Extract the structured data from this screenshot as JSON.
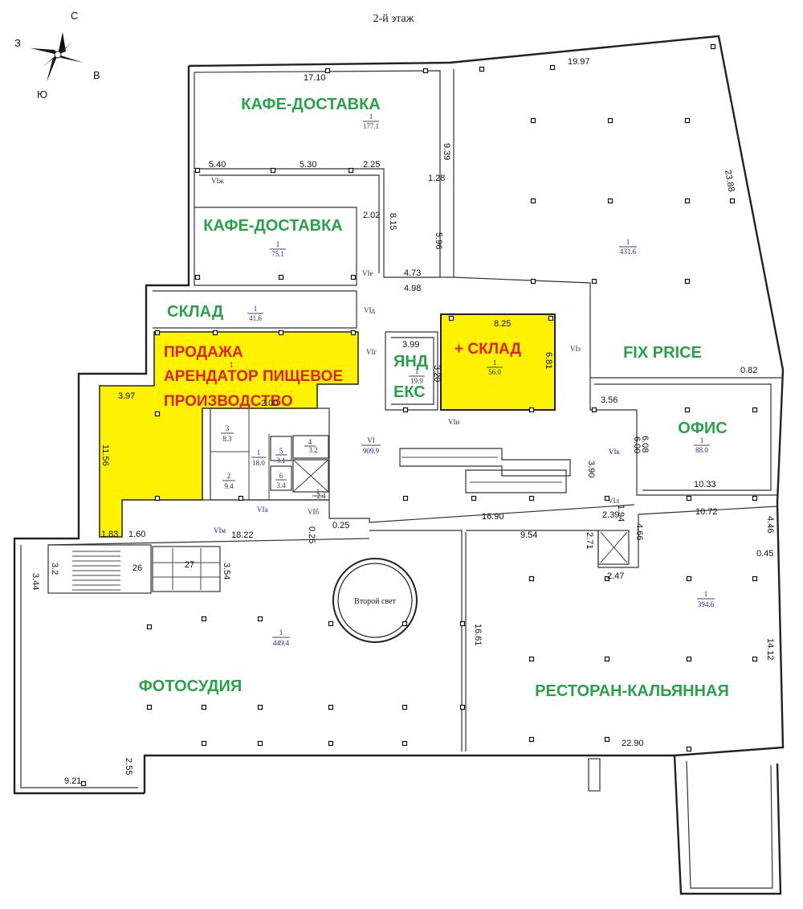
{
  "floor_title": "2-й этаж",
  "compass": {
    "n": "С",
    "w": "З",
    "e": "В",
    "s": "Ю"
  },
  "tenants": [
    {
      "id": "cafe1",
      "label": "КАФЕ-ДОСТАВКА"
    },
    {
      "id": "cafe2",
      "label": "КАФЕ-ДОСТАВКА"
    },
    {
      "id": "sklad",
      "label": "СКЛАД"
    },
    {
      "id": "prod1",
      "label": "ПРОДАЖА"
    },
    {
      "id": "prod2",
      "label": "АРЕНДАТОР ПИЩЕВОЕ"
    },
    {
      "id": "prod3",
      "label": "ПРОИЗВОДСТВО"
    },
    {
      "id": "yand1",
      "label": "ЯНД"
    },
    {
      "id": "yand2",
      "label": "ЕКС"
    },
    {
      "id": "plus_sklad",
      "label": "+ СКЛАД"
    },
    {
      "id": "fixprice",
      "label": "FIX PRICE"
    },
    {
      "id": "office",
      "label": "ОФИС"
    },
    {
      "id": "photo",
      "label": "ФОТОСУДИЯ"
    },
    {
      "id": "restaurant",
      "label": "РЕСТОРАН-КАЛЬЯННАЯ"
    }
  ],
  "second_light": "Второй свет",
  "rooms": [
    {
      "n": "1",
      "a": "177.1"
    },
    {
      "n": "1",
      "a": "75.1"
    },
    {
      "n": "1",
      "a": "41.6"
    },
    {
      "n": "1",
      "a": "431.6"
    },
    {
      "n": "1",
      "a": "56.0"
    },
    {
      "n": "1",
      "a": "19.9"
    },
    {
      "n": "1",
      "a": "88.0"
    },
    {
      "n": "VI",
      "a": "909.9"
    },
    {
      "n": "3",
      "a": "8.3"
    },
    {
      "n": "2",
      "a": "9.4"
    },
    {
      "n": "1",
      "a": "18.0"
    },
    {
      "n": "5",
      "a": "3.1"
    },
    {
      "n": "6",
      "a": "3.4"
    },
    {
      "n": "4",
      "a": "3.2"
    },
    {
      "n": "1",
      "a": "2.4"
    },
    {
      "n": "1",
      "a": "449.4"
    },
    {
      "n": "1",
      "a": "394.6"
    },
    {
      "n": "1",
      "a": ""
    }
  ],
  "room_numbers": [
    "26",
    "27"
  ],
  "dimensions": [
    "17.10",
    "19.97",
    "9.39",
    "1.28",
    "5.96",
    "23.88",
    "5.40",
    "5.30",
    "2.25",
    "2.02",
    "8.15",
    "4.73",
    "4.98",
    "8.25",
    "3.99",
    "6.81",
    "0.82",
    "3.56",
    "6.08",
    "6.00",
    "3.90",
    "10.33",
    "10.72",
    "4.46",
    "0.45",
    "1.94",
    "2.39",
    "4.66",
    "2.71",
    "2.47",
    "16.90",
    "9.54",
    "18.22",
    "0.25",
    "0.25",
    "3.97",
    "11.56",
    "2.00",
    "1.83",
    "1.60",
    "3.54",
    "3.2",
    "3.44",
    "16.61",
    "14.12",
    "22.90",
    "9.21",
    "2.55",
    "3.20"
  ],
  "axes": [
    "VIж",
    "VIе",
    "VIд",
    "VIг",
    "VIз",
    "VIи",
    "VIк",
    "VIл",
    "VIа",
    "VIб",
    "VIм"
  ]
}
